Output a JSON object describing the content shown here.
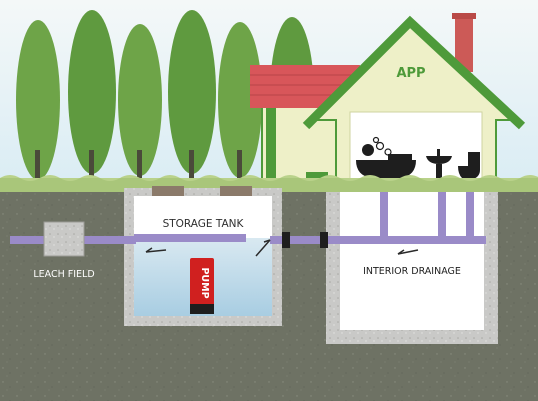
{
  "labels": {
    "house": "APP",
    "storage_tank": "STORAGE TANK",
    "pump": "PUMP",
    "leach_field": "LEACH FIELD",
    "interior_drainage": "INTERIOR DRAINAGE"
  },
  "colors": {
    "sky": "#d9ecf4",
    "soil": "#6e7264",
    "grass": "#a9c67a",
    "house_wall": "#eef0c8",
    "house_trim": "#4e9a3a",
    "roof": "#d8565a",
    "chimney": "#cc5a57",
    "pipe": "#9a8bc8",
    "tank_wall": "#c9c9c7",
    "water": "#b9d6e6",
    "pump": "#d0201f",
    "tree": "#5f9a3f",
    "label_text": "#ffffff",
    "tank_label_text": "#2f2f2f"
  },
  "icons": [
    "bathtub-icon",
    "sink-icon",
    "toilet-icon",
    "flow-arrow-icon"
  ]
}
